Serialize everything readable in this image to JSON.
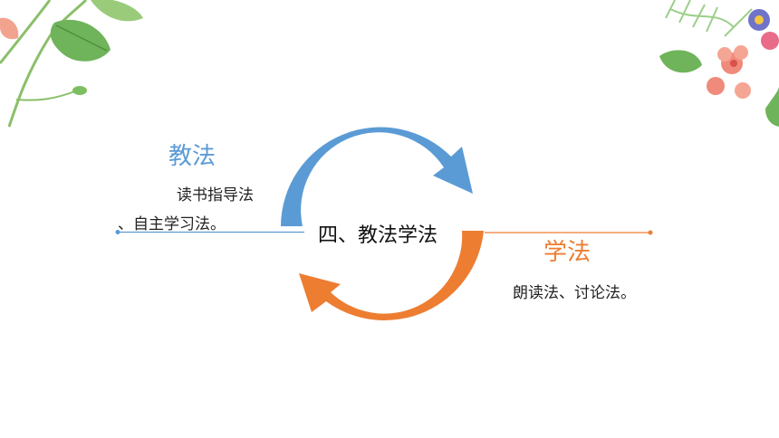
{
  "slide": {
    "center_title": "四、教法学法",
    "teaching": {
      "title": "教法",
      "lines": [
        "读书指导法",
        "、自主学习法。"
      ]
    },
    "learning": {
      "title": "学法",
      "lines": [
        "朗读法、讨论法。"
      ]
    }
  },
  "colors": {
    "teaching_accent": "#5b9bd5",
    "learning_accent": "#ed7d31"
  },
  "decor": {
    "top_left": "leaf-vine-icon",
    "top_right": "flower-cluster-icon"
  }
}
